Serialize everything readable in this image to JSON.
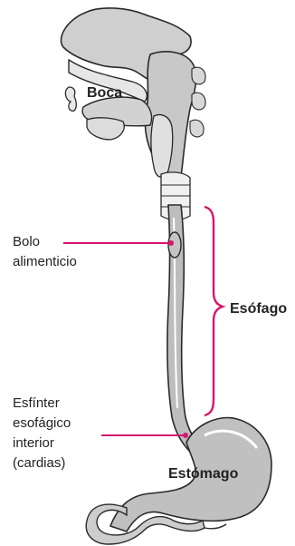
{
  "labels": {
    "boca": "Boca",
    "bolo_line1": "Bolo",
    "bolo_line2": "alimenticio",
    "esofago": "Esófago",
    "esfinter_line1": "Esfínter",
    "esfinter_line2": "esofágico",
    "esfinter_line3": "interior",
    "esfinter_line4": "(cardias)",
    "estomago": "Estómago"
  },
  "colors": {
    "accent": "#d6166e",
    "outline": "#2a2a2a",
    "tissue_fill": "#bdbdbd",
    "tissue_light": "#e6e6e6",
    "text": "#222222"
  }
}
